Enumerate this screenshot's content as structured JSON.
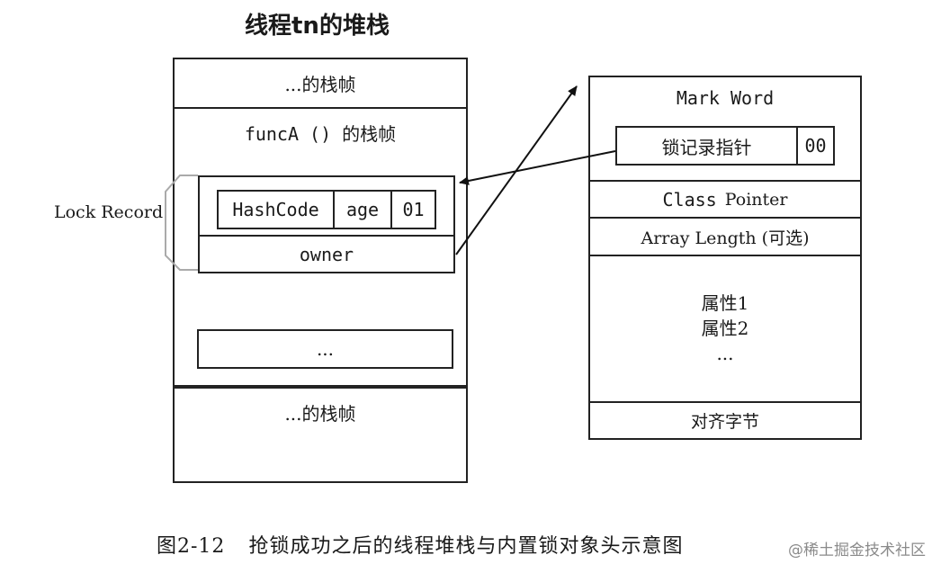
{
  "diagram": {
    "title": "线程tn的堆栈",
    "stack": {
      "frame_top": "...的栈帧",
      "frame_funcA": "funcA () 的栈帧",
      "lock_record_label": "Lock Record",
      "lock_record_fields": [
        "HashCode",
        "age",
        "01"
      ],
      "owner": "owner",
      "ellipsis": "...",
      "frame_bottom": "...的栈帧"
    },
    "object_header": {
      "mark_word": "Mark Word",
      "lock_record_pointer": "锁记录指针",
      "lock_bits": "00",
      "class_pointer_a": "Class",
      "class_pointer_b": "Pointer",
      "array_length": "Array Length (可选)",
      "attr1": "属性1",
      "attr2": "属性2",
      "attr_more": "...",
      "padding": "对齐字节"
    },
    "caption_number": "图2-12",
    "caption_text": "抢锁成功之后的线程堆栈与内置锁对象头示意图",
    "watermark": "@稀土掘金技术社区"
  }
}
